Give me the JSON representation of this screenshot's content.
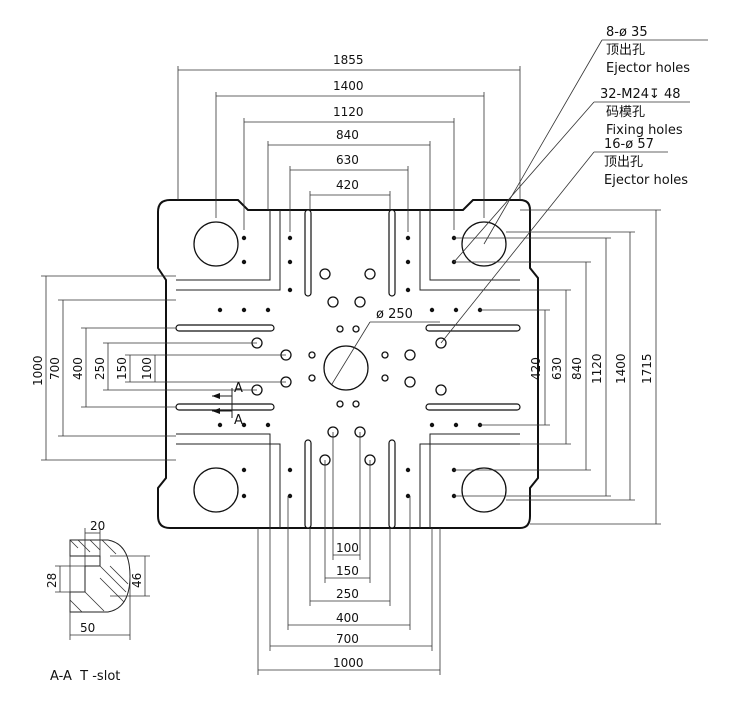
{
  "top_dimensions": [
    "1855",
    "1400",
    "1120",
    "840",
    "630",
    "420"
  ],
  "right_dimensions": [
    "420",
    "630",
    "840",
    "1120",
    "1400",
    "1715"
  ],
  "left_dimensions": [
    "1000",
    "700",
    "400",
    "250",
    "150",
    "100"
  ],
  "bottom_dimensions": [
    "100",
    "150",
    "250",
    "400",
    "700",
    "1000"
  ],
  "callouts": [
    {
      "spec": "8-ø 35",
      "cn": "顶出孔",
      "en": "Ejector holes"
    },
    {
      "spec": "32-M24↧ 48",
      "cn": "码模孔",
      "en": "Fixing holes"
    },
    {
      "spec": "16-ø 57",
      "cn": "顶出孔",
      "en": "Ejector holes"
    }
  ],
  "center_label": "ø 250",
  "section_marks": [
    "A",
    "A"
  ],
  "tslot": {
    "dims": [
      "20",
      "28",
      "46",
      "50"
    ],
    "caption": "A-A  T -slot"
  }
}
